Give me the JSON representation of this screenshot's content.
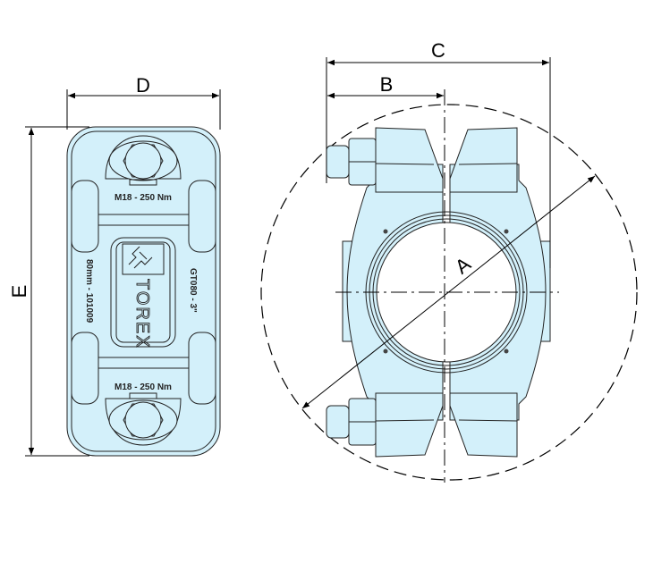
{
  "dimensions": {
    "A": "A",
    "B": "B",
    "C": "C",
    "D": "D",
    "E": "E"
  },
  "side_view": {
    "torque_top": "M18 - 250 Nm",
    "torque_bottom": "M18 - 250 Nm",
    "size_code": "80mm - 101009",
    "model_code": "GT080 - 3\"",
    "brand": "TOREX"
  },
  "colors": {
    "body_fill": "#d3f0fa",
    "line": "#222222"
  }
}
